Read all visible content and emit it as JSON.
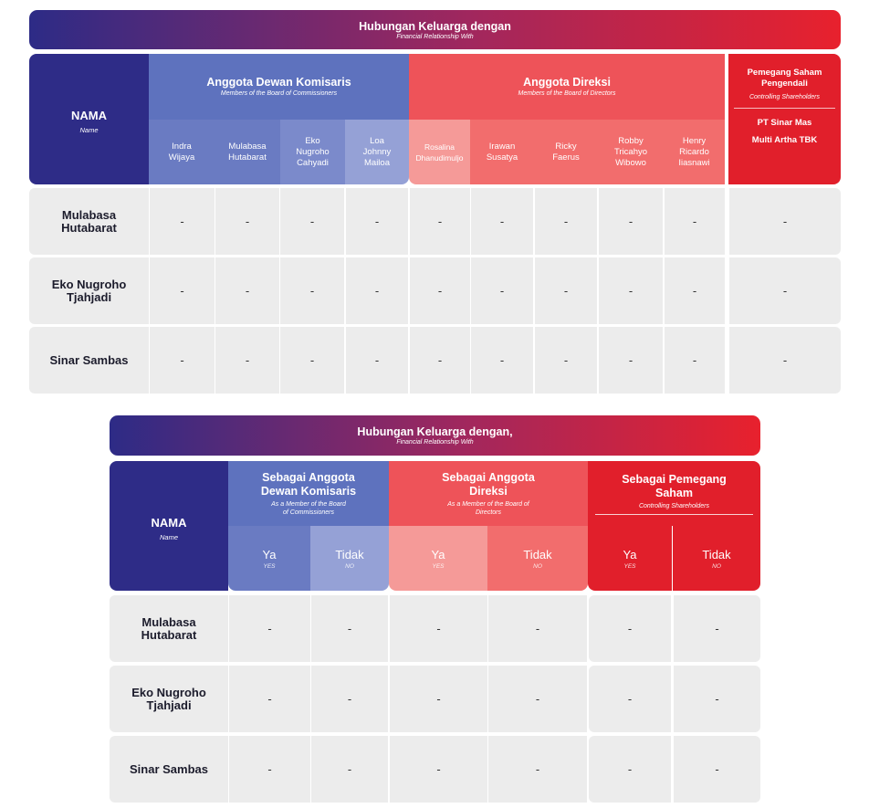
{
  "table1": {
    "banner": {
      "title": "Hubungan Keluarga dengan",
      "subtitle": "Financial Relationship With"
    },
    "nama": {
      "label": "NAMA",
      "sub": "Name"
    },
    "groups": [
      {
        "title": "Anggota Dewan Komisaris",
        "subtitle": "Members of the Board of Commissioners"
      },
      {
        "title": "Anggota Direksi",
        "subtitle": "Members of the Board of Directors"
      }
    ],
    "shareholder": {
      "title": "Pemegang Saham Pengendali",
      "subtitle": "Controlling Shareholders",
      "entity": "PT Sinar Mas Multi Artha TBK"
    },
    "columns": [
      "Indra Wijaya",
      "Mulabasa Hutabarat",
      "Eko Nugroho Cahyadi",
      "Loa Johnny Mailoa",
      "Rosalina Dhanudimuljo",
      "Irawan Susatya",
      "Ricky Faerus",
      "Robby Tricahyo Wibowo",
      "Henry Ricardo Iiasnawi"
    ],
    "rows": [
      {
        "name": "Mulabasa Hutabarat",
        "cells": [
          "-",
          "-",
          "-",
          "-",
          "-",
          "-",
          "-",
          "-",
          "-",
          "-"
        ]
      },
      {
        "name": "Eko Nugroho Tjahjadi",
        "cells": [
          "-",
          "-",
          "-",
          "-",
          "-",
          "-",
          "-",
          "-",
          "-",
          "-"
        ]
      },
      {
        "name": "Sinar Sambas",
        "cells": [
          "-",
          "-",
          "-",
          "-",
          "-",
          "-",
          "-",
          "-",
          "-",
          "-"
        ]
      }
    ]
  },
  "table2": {
    "banner": {
      "title": "Hubungan Keluarga dengan,",
      "subtitle": "Financial Relationship With"
    },
    "nama": {
      "label": "NAMA",
      "sub": "Name"
    },
    "groups": [
      {
        "title": "Sebagai Anggota Dewan Komisaris",
        "subtitle": "As a Member of the Board of Commissioners"
      },
      {
        "title": "Sebagai Anggota Direksi",
        "subtitle": "As a Member of the Board of Directors"
      },
      {
        "title": "Sebagai Pemegang Saham",
        "subtitle": "Controlling Shareholders"
      }
    ],
    "yes": {
      "label": "Ya",
      "sub": "YES"
    },
    "no": {
      "label": "Tidak",
      "sub": "NO"
    },
    "rows": [
      {
        "name": "Mulabasa Hutabarat",
        "cells": [
          "-",
          "-",
          "-",
          "-",
          "-",
          "-"
        ]
      },
      {
        "name": "Eko Nugroho Tjahjadi",
        "cells": [
          "-",
          "-",
          "-",
          "-",
          "-",
          "-"
        ]
      },
      {
        "name": "Sinar Sambas",
        "cells": [
          "-",
          "-",
          "-",
          "-",
          "-",
          "-"
        ]
      }
    ]
  },
  "colors": {
    "navy": "#2e2c87",
    "blue": "#5e72be",
    "red": "#ee5359",
    "crimson": "#e11f2b",
    "cell": "#ececec"
  }
}
